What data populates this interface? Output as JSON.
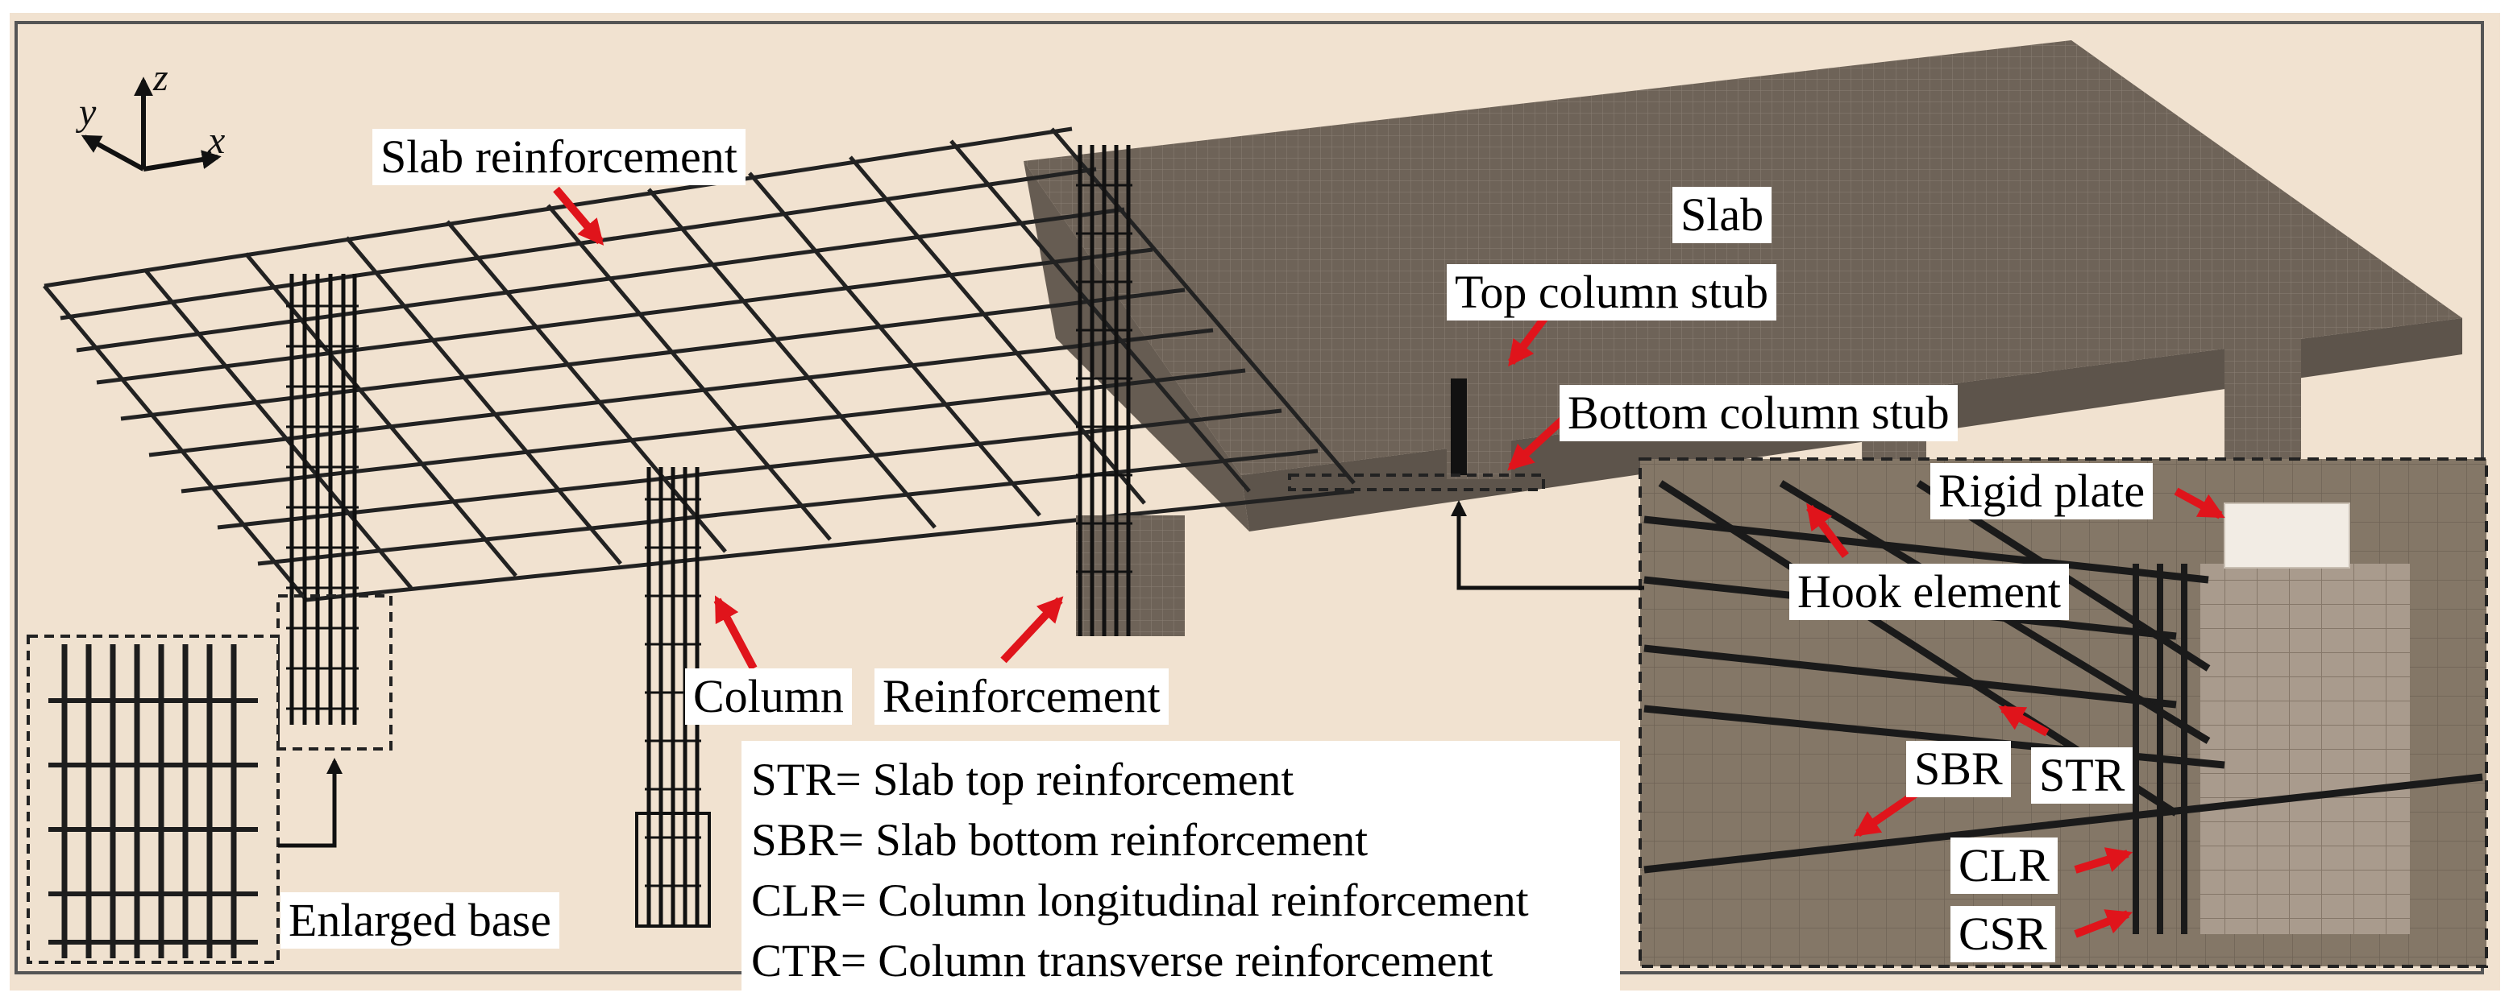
{
  "colors": {
    "background": "#f1e2d0",
    "slab": "#6e6358",
    "rebar": "#222222",
    "arrow": "#e0141b",
    "rigid_plate": "#f2ece4"
  },
  "axes": {
    "z": "z",
    "y": "y",
    "x": "x"
  },
  "labels": {
    "slab_reinforcement": "Slab reinforcement",
    "slab": "Slab",
    "top_column_stub": "Top column stub",
    "bottom_column_stub": "Bottom column stub",
    "rigid_plate": "Rigid plate",
    "hook_element": "Hook element",
    "column": "Column",
    "reinforcement": "Reinforcement",
    "enlarged_base": "Enlarged base",
    "sbr": "SBR",
    "str": "STR",
    "clr": "CLR",
    "csr": "CSR"
  },
  "legend": [
    "STR= Slab top reinforcement",
    "SBR= Slab bottom reinforcement",
    "CLR= Column longitudinal reinforcement",
    "CTR= Column transverse reinforcement"
  ]
}
